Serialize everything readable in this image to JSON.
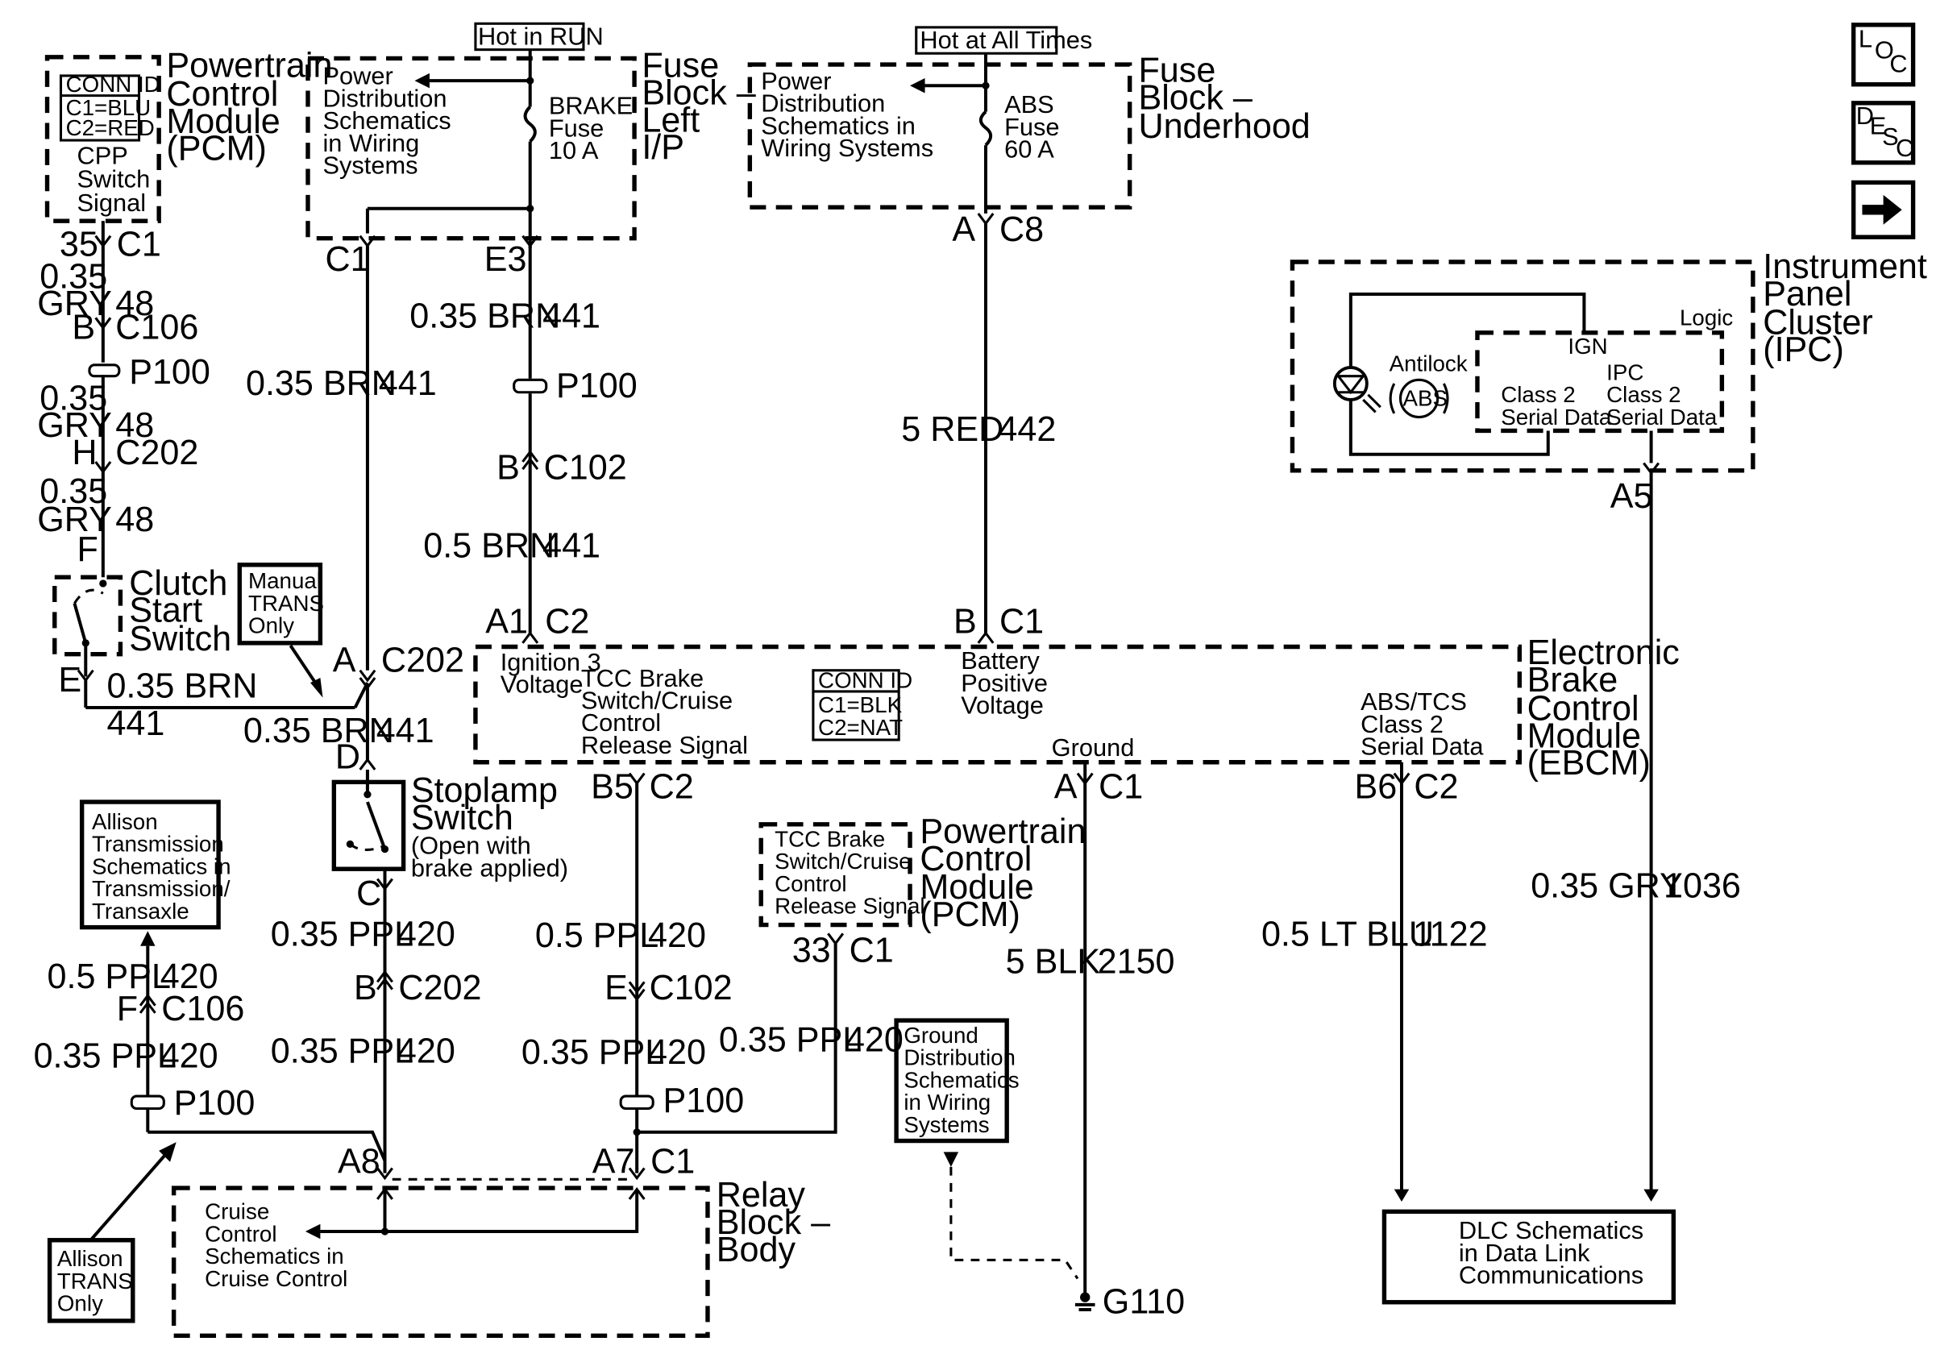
{
  "labels": {
    "hot_run": "Hot in RUN",
    "hot_all": "Hot at All Times",
    "pcm_top_1": "Powertrain",
    "pcm_top_2": "Control",
    "pcm_top_3": "Module",
    "pcm_top_4": "(PCM)",
    "pcm_connid": "CONN ID",
    "pcm_c1": "C1=BLU",
    "pcm_c2": "C2=RED",
    "cpp_1": "CPP",
    "cpp_2": "Switch",
    "cpp_3": "Signal",
    "pd1_1": "Power",
    "pd1_2": "Distribution",
    "pd1_3": "Schematics",
    "pd1_4": "in Wiring",
    "pd1_5": "Systems",
    "brake_fuse_1": "BRAKE",
    "brake_fuse_2": "Fuse",
    "brake_fuse_3": "10 A",
    "fb_left_1": "Fuse",
    "fb_left_2": "Block –",
    "fb_left_3": "Left",
    "fb_left_4": "I/P",
    "pd2_1": "Power",
    "pd2_2": "Distribution",
    "pd2_3": "Schematics in",
    "pd2_4": "Wiring Systems",
    "abs_fuse_1": "ABS",
    "abs_fuse_2": "Fuse",
    "abs_fuse_3": "60 A",
    "fb_uh_1": "Fuse",
    "fb_uh_2": "Block –",
    "fb_uh_3": "Underhood",
    "ipc_1": "Instrument",
    "ipc_2": "Panel",
    "ipc_3": "Cluster",
    "ipc_4": "(IPC)",
    "ipc_logic": "Logic",
    "ipc_ign": "IGN",
    "ipc_antilock": "Antilock",
    "ipc_abs": "ABS",
    "ipc_ipc": "IPC",
    "ipc_class2a": "Class 2",
    "ipc_serial_a": "Serial Data",
    "ipc_class2b": "Class 2",
    "ipc_serial_b": "Serial Data",
    "ebcm_1": "Electronic",
    "ebcm_2": "Brake",
    "ebcm_3": "Control",
    "ebcm_4": "Module",
    "ebcm_5": "(EBCM)",
    "ebcm_ign_1": "Ignition 3",
    "ebcm_ign_2": "Voltage",
    "ebcm_tcc_1": "TCC Brake",
    "ebcm_tcc_2": "Switch/Cruise",
    "ebcm_tcc_3": "Control",
    "ebcm_tcc_4": "Release Signal",
    "ebcm_connid": "CONN ID",
    "ebcm_c1": "C1=BLK",
    "ebcm_c2": "C2=NAT",
    "ebcm_batt_1": "Battery",
    "ebcm_batt_2": "Positive",
    "ebcm_batt_3": "Voltage",
    "ebcm_ground": "Ground",
    "ebcm_abs_1": "ABS/TCS",
    "ebcm_abs_2": "Class 2",
    "ebcm_abs_3": "Serial Data",
    "clutch_1": "Clutch",
    "clutch_2": "Start",
    "clutch_3": "Switch",
    "manual_1": "Manual",
    "manual_2": "TRANS",
    "manual_3": "Only",
    "stop_1": "Stoplamp",
    "stop_2": "Switch",
    "stop_3": "(Open with",
    "stop_4": "brake applied)",
    "allison_sch_1": "Allison",
    "allison_sch_2": "Transmission",
    "allison_sch_3": "Schematics in",
    "allison_sch_4": "Transmission/",
    "allison_sch_5": "Transaxle",
    "allison_only_1": "Allison",
    "allison_only_2": "TRANS",
    "allison_only_3": "Only",
    "pcm2_tcc_1": "TCC Brake",
    "pcm2_tcc_2": "Switch/Cruise",
    "pcm2_tcc_3": "Control",
    "pcm2_tcc_4": "Release Signal",
    "pcm2_1": "Powertrain",
    "pcm2_2": "Control",
    "pcm2_3": "Module",
    "pcm2_4": "(PCM)",
    "gd_1": "Ground",
    "gd_2": "Distribution",
    "gd_3": "Schematics",
    "gd_4": "in Wiring",
    "gd_5": "Systems",
    "cruise_1": "Cruise",
    "cruise_2": "Control",
    "cruise_3": "Schematics in",
    "cruise_4": "Cruise Control",
    "relay_1": "Relay",
    "relay_2": "Block –",
    "relay_3": "Body",
    "dlc_1": "DLC Schematics",
    "dlc_2": "in Data Link",
    "dlc_3": "Communications",
    "g110": "G110",
    "loc_l": "L",
    "loc_o": "O",
    "loc_c": "C",
    "desc_d": "D",
    "desc_e": "E",
    "desc_s": "S",
    "desc_c": "C"
  },
  "connectors": {
    "pcm_pin": "35",
    "pcm_conn": "C1",
    "c106_pin": "B",
    "c106": "C106",
    "p100": "P100",
    "c202_pin_h": "H",
    "c202": "C202",
    "clutch_f": "F",
    "clutch_e": "E",
    "fb_c1": "C1",
    "fb_e3": "E3",
    "p100_b": "P100",
    "c102_b": "B",
    "c102": "C102",
    "ebcm_a1": "A1",
    "ebcm_c2_top": "C2",
    "uh_a": "A",
    "uh_c8": "C8",
    "ebcm_b": "B",
    "ebcm_c1_top": "C1",
    "ipc_a5": "A5",
    "c202_a": "A",
    "c202_a_conn": "C202",
    "stop_d": "D",
    "stop_c": "C",
    "c202_b": "B",
    "c202_b_conn": "C202",
    "relay_a8": "A8",
    "relay_a7": "A7",
    "relay_c1": "C1",
    "ebcm_b5": "B5",
    "ebcm_c2_b5": "C2",
    "c102_e": "E",
    "c102_e_conn": "C102",
    "p100_e": "P100",
    "pcm2_33": "33",
    "pcm2_c1": "C1",
    "ebcm_ga": "A",
    "ebcm_gc1": "C1",
    "ebcm_b6": "B6",
    "ebcm_c2_b6": "C2",
    "allison_f": "F",
    "allison_c106": "C106",
    "allison_p100": "P100"
  },
  "wires": {
    "w1_gauge": "0.35",
    "w1_color": "GRY",
    "w1_num": "48",
    "w2_gauge": "0.35",
    "w2_color": "GRY",
    "w2_num": "48",
    "w3_gauge": "0.35",
    "w3_color": "GRY",
    "w3_num": "48",
    "w4": "0.35 BRN",
    "w4_num": "441",
    "w5": "0.35 BRN",
    "w5_num": "441",
    "w6": "0.5 BRN",
    "w6_num": "441",
    "w7": "5 RED",
    "w7_num": "442",
    "w8": "0.35 BRN",
    "w8_num": "441",
    "w9": "0.35 BRN",
    "w9_num": "441",
    "w10": "0.35 PPL",
    "w10_num": "420",
    "w11": "0.35 PPL",
    "w11_num": "420",
    "w12": "0.5 PPL",
    "w12_num": "420",
    "w13": "0.35 PPL",
    "w13_num": "420",
    "w14": "0.35 PPL",
    "w14_num": "420",
    "w15": "5 BLK",
    "w15_num": "2150",
    "w16": "0.5 LT BLU",
    "w16_num": "1122",
    "w17": "0.35 GRY",
    "w17_num": "1036",
    "w18": "0.5 PPL",
    "w18_num": "420",
    "w19": "0.35 PPL",
    "w19_num": "420"
  }
}
